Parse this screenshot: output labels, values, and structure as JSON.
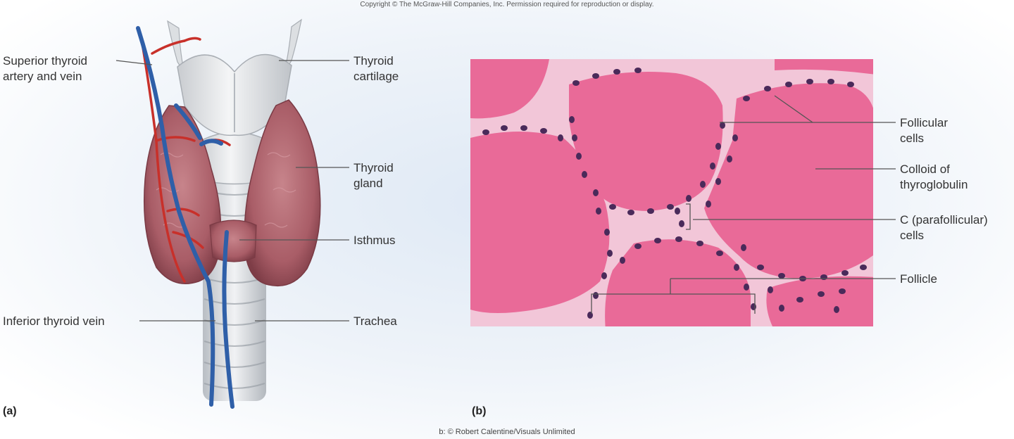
{
  "copyright": "Copyright © The McGraw-Hill Companies, Inc. Permission required for reproduction or display.",
  "credit": "b: © Robert Calentine/Visuals Unlimited",
  "panel_a": {
    "letter": "(a)",
    "labels": {
      "superior_1": "Superior thyroid",
      "superior_2": "artery and vein",
      "inferior": "Inferior thyroid vein",
      "cartilage_1": "Thyroid",
      "cartilage_2": "cartilage",
      "gland_1": "Thyroid",
      "gland_2": "gland",
      "isthmus": "Isthmus",
      "trachea": "Trachea"
    }
  },
  "panel_b": {
    "letter": "(b)",
    "labels": {
      "follicular_1": "Follicular",
      "follicular_2": "cells",
      "colloid_1": "Colloid of",
      "colloid_2": "thyroglobulin",
      "ccells_1": "C (parafollicular)",
      "ccells_2": "cells",
      "follicle": "Follicle"
    }
  },
  "colors": {
    "vein": "#2f5fa8",
    "artery": "#c8302a",
    "gland": "#b66a72",
    "cartilage": "#e8eaec",
    "colloid": "#e96a98",
    "nucleus": "#4a2a5a"
  }
}
